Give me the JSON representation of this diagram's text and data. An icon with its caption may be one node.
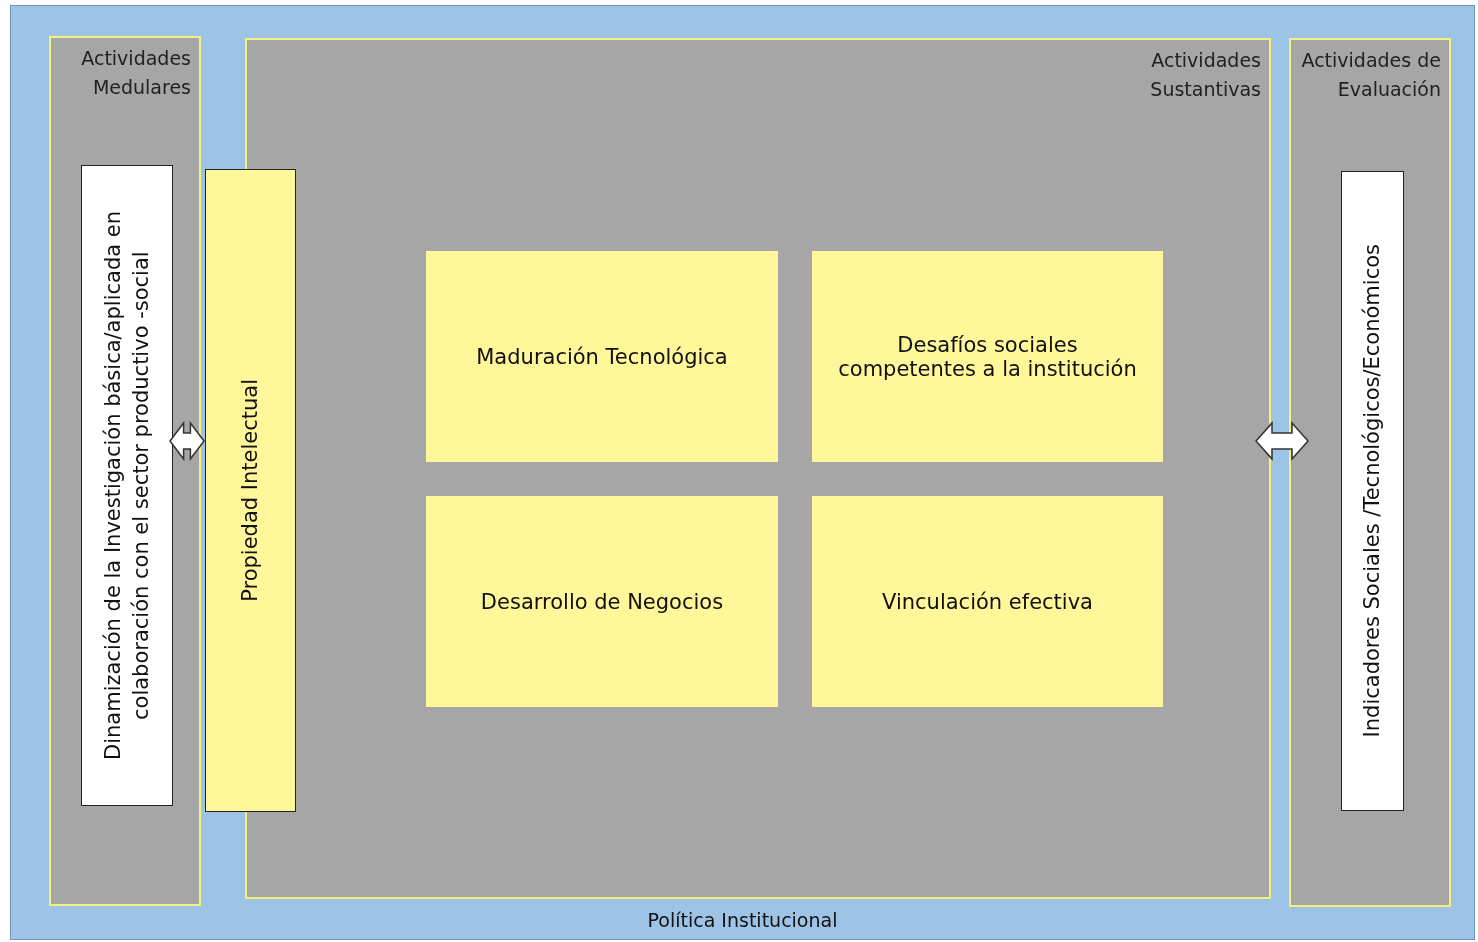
{
  "diagram": {
    "nodes": [
      {
        "text": [
          "Política Institucional"
        ]
      },
      {
        "text": [
          "Actividades Medulares"
        ],
        "in": 0
      },
      {
        "text": [
          "Dinamización de la Investigación básica/aplicada en colaboración con el sector productivo -social"
        ],
        "in": 1
      },
      {
        "text": [
          "Propiedad Intelectual"
        ],
        "in": 0
      },
      {
        "text": [
          "Actividades Sustantivas"
        ],
        "in": 0
      },
      {
        "text": [
          "Maduración Tecnológica"
        ],
        "in": 4
      },
      {
        "text": [
          "Desafíos sociales competentes a la institución"
        ],
        "in": 4
      },
      {
        "text": [
          "Desarrollo de Negocios"
        ],
        "in": 4
      },
      {
        "text": [
          "Vinculación efectiva"
        ],
        "in": 4
      },
      {
        "text": [
          "Actividades de Evaluación"
        ],
        "in": 0
      },
      {
        "text": [
          "Indicadores Sociales /Tecnológicos/Económicos"
        ],
        "in": 9
      }
    ],
    "edges": [
      {
        "from": 2,
        "to": 3,
        "arrow": "both"
      },
      {
        "from": 4,
        "to": 9,
        "arrow": "both"
      }
    ]
  }
}
